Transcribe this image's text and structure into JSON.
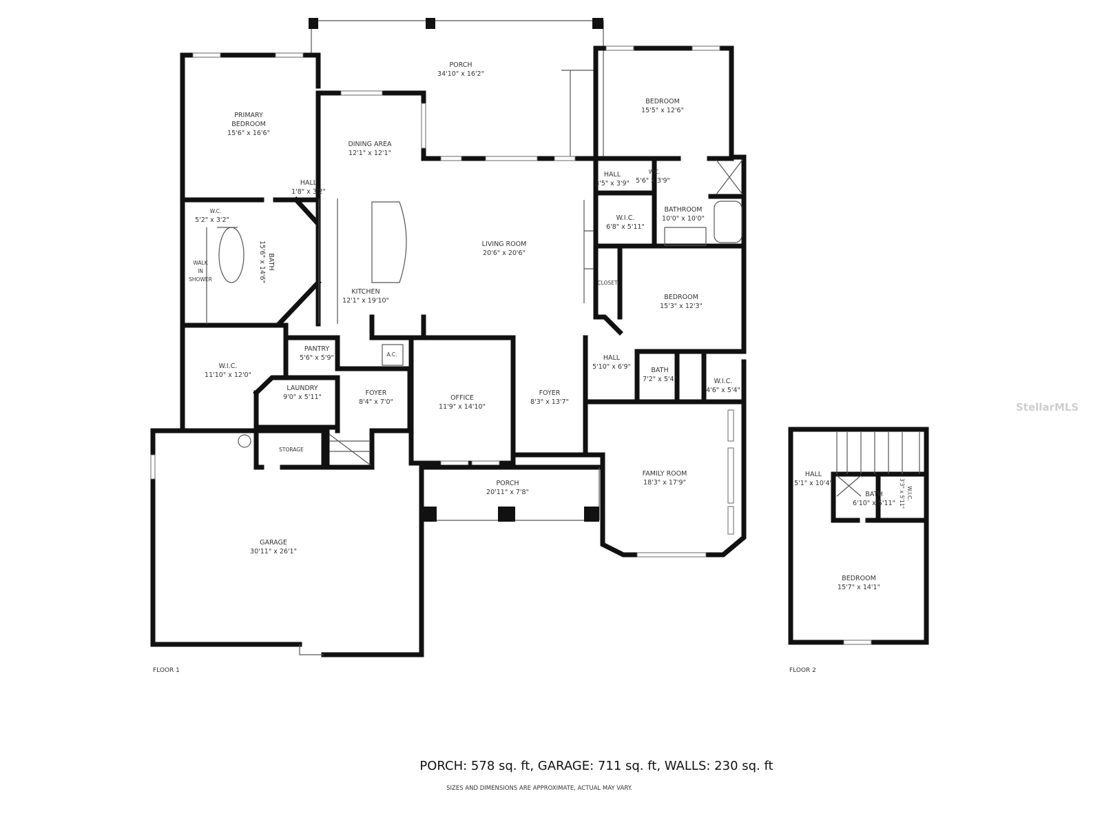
{
  "rooms": [
    {
      "name": "PORCH",
      "dims": "34'10\" x 16'2\""
    },
    {
      "name": "PRIMARY",
      "name2": "BEDROOM",
      "dims": "15'6\" x 16'6\""
    },
    {
      "name": "DINING AREA",
      "dims": "12'1\" x 12'1\""
    },
    {
      "name": "BEDROOM",
      "dims": "15'5\" x 12'6\""
    },
    {
      "name": "HALL",
      "dims": "1'8\" x 3'2\""
    },
    {
      "name": "HALL",
      "dims": "3'5\" x 3'9\""
    },
    {
      "name": "W.C.",
      "dims": "5'6\" x 3'9\""
    },
    {
      "name": "W.C.",
      "dims": "5'2\" x 3'2\""
    },
    {
      "name": "BATHROOM",
      "dims": "10'0\" x 10'0\""
    },
    {
      "name": "W.I.C.",
      "dims": "6'8\" x 5'11\""
    },
    {
      "name": "BATH",
      "dims": "15'6\" x 14'6\""
    },
    {
      "name": "WALK",
      "name2": "IN",
      "name3": "SHOWER"
    },
    {
      "name": "LIVING ROOM",
      "dims": "20'6\" x 20'6\""
    },
    {
      "name": "KITCHEN",
      "dims": "12'1\" x 19'10\""
    },
    {
      "name": "CLOSET"
    },
    {
      "name": "BEDROOM",
      "dims": "15'3\" x 12'3\""
    },
    {
      "name": "PANTRY",
      "dims": "5'6\" x 5'9\""
    },
    {
      "name": "A.C."
    },
    {
      "name": "HALL",
      "dims": "5'10\" x 6'9\""
    },
    {
      "name": "BATH",
      "dims": "7'2\" x 5'4\""
    },
    {
      "name": "W.I.C.",
      "dims": "11'10\" x 12'0\""
    },
    {
      "name": "W.I.C.",
      "dims": "4'6\" x 5'4\""
    },
    {
      "name": "LAUNDRY",
      "dims": "9'0\" x 5'11\""
    },
    {
      "name": "FOYER",
      "dims": "8'4\" x 7'0\""
    },
    {
      "name": "OFFICE",
      "dims": "11'9\" x 14'10\""
    },
    {
      "name": "FOYER",
      "dims": "8'3\" x 13'7\""
    },
    {
      "name": "STORAGE"
    },
    {
      "name": "FAMILY ROOM",
      "dims": "18'3\" x 17'9\""
    },
    {
      "name": "PORCH",
      "dims": "20'11\" x 7'8\""
    },
    {
      "name": "GARAGE",
      "dims": "30'11\" x 26'1\""
    },
    {
      "name": "HALL",
      "dims": "5'1\" x 10'4\""
    },
    {
      "name": "BATH",
      "dims": "6'10\" x 5'11\""
    },
    {
      "name": "W.I.C.",
      "dims": "3'3\" x 5'11\""
    },
    {
      "name": "BEDROOM",
      "dims": "15'7\" x 14'1\""
    }
  ],
  "floors": {
    "floor1": "FLOOR 1",
    "floor2": "FLOOR 2"
  },
  "summary": "PORCH: 578 sq. ft, GARAGE: 711 sq. ft, WALLS: 230 sq. ft",
  "disclaimer": "SIZES AND DIMENSIONS ARE APPROXIMATE, ACTUAL MAY VARY.",
  "watermark": "StellarMLS",
  "colors": {
    "walls": "#111111",
    "background": "#ffffff",
    "text": "#333333"
  }
}
